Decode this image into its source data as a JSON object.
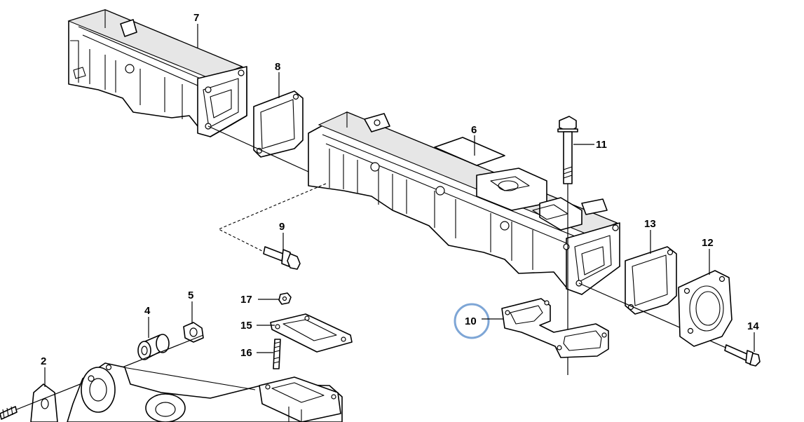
{
  "callouts": {
    "c2": "2",
    "c4": "4",
    "c5": "5",
    "c6": "6",
    "c7": "7",
    "c8": "8",
    "c9": "9",
    "c10": "10",
    "c11": "11",
    "c12": "12",
    "c13": "13",
    "c14": "14",
    "c15": "15",
    "c16": "16",
    "c17": "17"
  },
  "highlighted_callout": "10",
  "colors": {
    "highlight_ring": "#7ea6d6",
    "line": "#000000",
    "background": "#ffffff"
  }
}
